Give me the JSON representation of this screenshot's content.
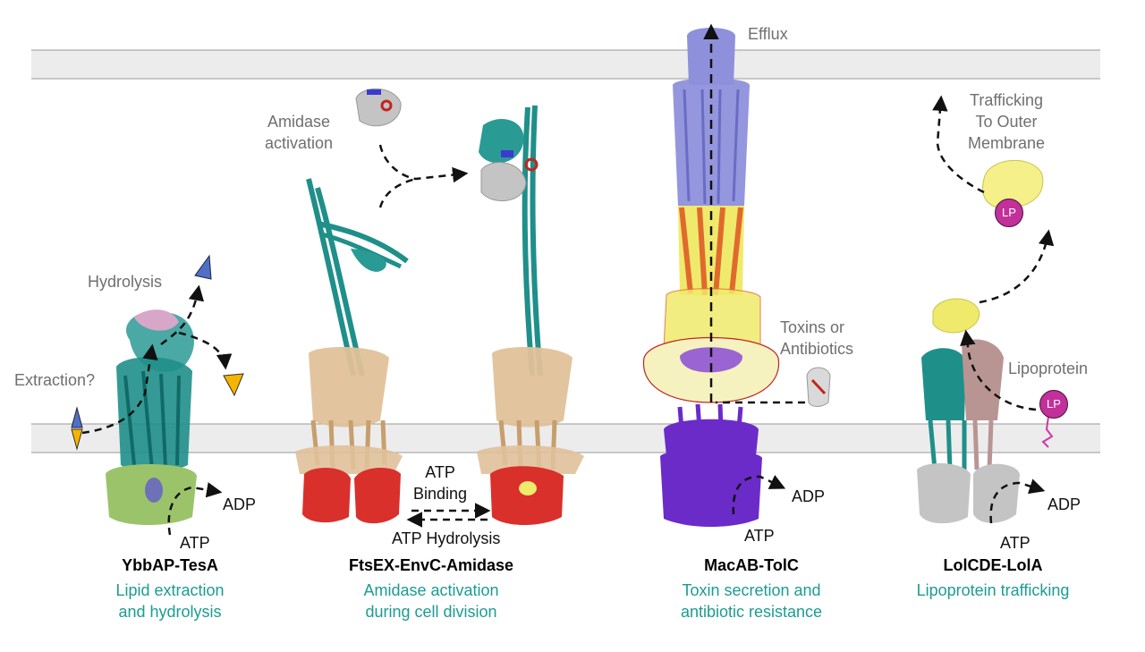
{
  "labels": {
    "efflux": "Efflux",
    "amidase_activation": [
      "Amidase",
      "activation"
    ],
    "trafficking": [
      "Trafficking",
      "To Outer",
      "Membrane"
    ],
    "hydrolysis": "Hydrolysis",
    "extraction": "Extraction?",
    "toxins": [
      "Toxins or",
      "Antibiotics"
    ],
    "lipoprotein": "Lipoprotein",
    "atp_binding": [
      "ATP",
      "Binding"
    ],
    "atp_hydrolysis": "ATP Hydrolysis",
    "adp": "ADP",
    "atp": "ATP",
    "lp": "LP"
  },
  "complexes": [
    {
      "name": "YbbAP-TesA",
      "desc": [
        "Lipid extraction",
        "and hydrolysis"
      ]
    },
    {
      "name": "FtsEX-EnvC-Amidase",
      "desc": [
        "Amidase activation",
        "during cell division"
      ]
    },
    {
      "name": "MacAB-TolC",
      "desc": [
        "Toxin secretion and",
        "antibiotic resistance"
      ]
    },
    {
      "name": "LolCDE-LolA",
      "desc": [
        "Lipoprotein trafficking"
      ]
    }
  ],
  "colors": {
    "teal": "#1f8f8a",
    "tan": "#e0c19a",
    "red": "#d9302b",
    "purple": "#6b2bc9",
    "blue": "#8e90dc",
    "yellow": "#f0ea6c",
    "orange": "#e06a2e",
    "green": "#9bc46a",
    "mauve": "#b89593",
    "grey": "#c4c4c4",
    "membrane": "#ececec"
  }
}
